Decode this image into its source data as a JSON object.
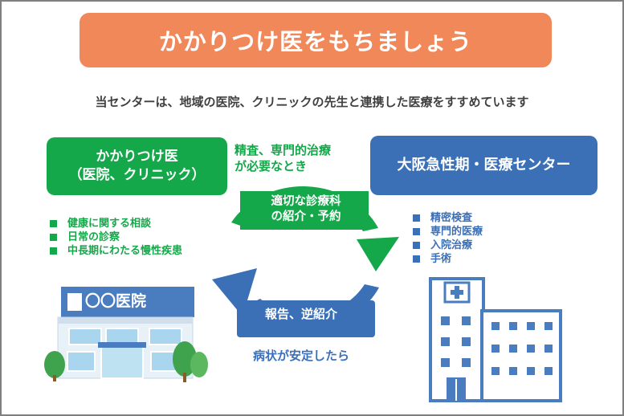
{
  "title": "かかりつけ医をもちましょう",
  "intro": "当センターは、地域の医院、クリニックの先生と連携した医療をすすめています",
  "clinic_box": {
    "line1": "かかりつけ医",
    "line2": "（医院、クリニック）"
  },
  "center_box": {
    "label": "大阪急性期・医療センター"
  },
  "referral_condition": {
    "line1": "精査、専門的治療",
    "line2": "が必要なとき"
  },
  "referral_arrow": {
    "line1": "適切な診療科",
    "line2": "の紹介・予約"
  },
  "report_arrow": {
    "label": "報告、逆紹介"
  },
  "return_condition": {
    "label": "病状が安定したら"
  },
  "clinic_services": [
    "健康に関する相談",
    "日常の診察",
    "中長期にわたる慢性疾患"
  ],
  "center_services": [
    "精密検査",
    "専門的医療",
    "入院治療",
    "手術"
  ],
  "clinic_sign": "〇〇医院",
  "colors": {
    "orange": "#f0885a",
    "green": "#14a84a",
    "blue": "#3b6fb6",
    "text_gray": "#404040",
    "border_gray": "#7f7f7f",
    "building_blue": "#4a7cc0",
    "building_window": "#a9d5ee",
    "tree_green": "#3fa34d"
  },
  "icons": [
    "clinic-building-icon",
    "hospital-building-icon",
    "tree-icon",
    "referral-arrow-icon",
    "report-arrow-icon",
    "bullet-square-icon"
  ]
}
